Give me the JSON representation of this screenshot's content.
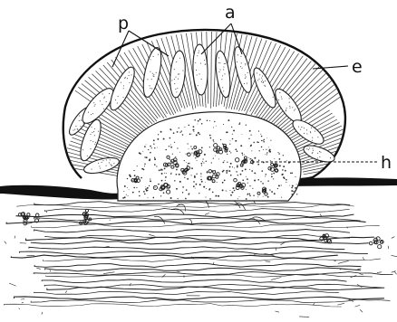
{
  "labels": {
    "p": "p",
    "a": "a",
    "e": "e",
    "h": "h"
  }
}
